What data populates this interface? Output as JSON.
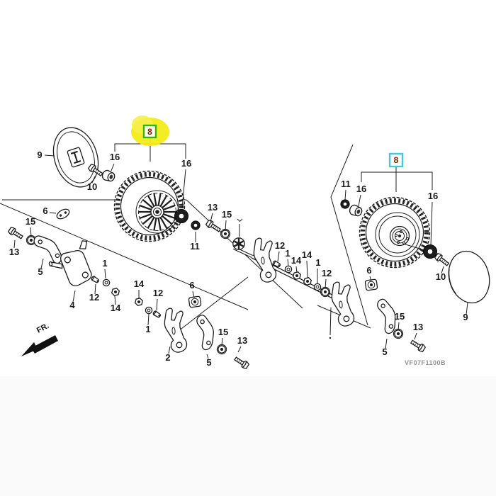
{
  "diagram": {
    "type": "exploded-parts-diagram",
    "code": "VF07F1100B",
    "direction_label": "FR.",
    "selected_part_number": "8",
    "colors": {
      "line": "#1c1c1c",
      "highlight_marker": "#f3ec17",
      "selection_box_left": "#35b400",
      "selection_box_right": "#49c5dd",
      "selected_text": "#7c1d00",
      "code_text": "#939393",
      "dark_fill": "#1d1d1d"
    },
    "callouts": {
      "lw9": "9",
      "lw10": "10",
      "lw16a": "16",
      "lw8": "8",
      "lw16b": "16",
      "lw11": "11",
      "lw13": "13",
      "lw15": "15",
      "lc6": "6",
      "lc15": "15",
      "lc13": "13",
      "lc5": "5",
      "lc4": "4",
      "lc1": "1",
      "lc12": "12",
      "lc14": "14",
      "ax12a": "12",
      "ax1a": "1",
      "ax14a": "14",
      "ax14b": "14",
      "ax1b": "1",
      "ax12b": "12",
      "bc14": "14",
      "bc12": "12",
      "bc1": "1",
      "bc2": "2",
      "bc6": "6",
      "bc5": "5",
      "bc15": "15",
      "bc13": "13",
      "rw8": "8",
      "rw11": "11",
      "rw16a": "16",
      "rw16b": "16",
      "rw10": "10",
      "rw9": "9",
      "rc6": "6",
      "rc5": "5",
      "rc15": "15",
      "rc13": "13"
    }
  }
}
